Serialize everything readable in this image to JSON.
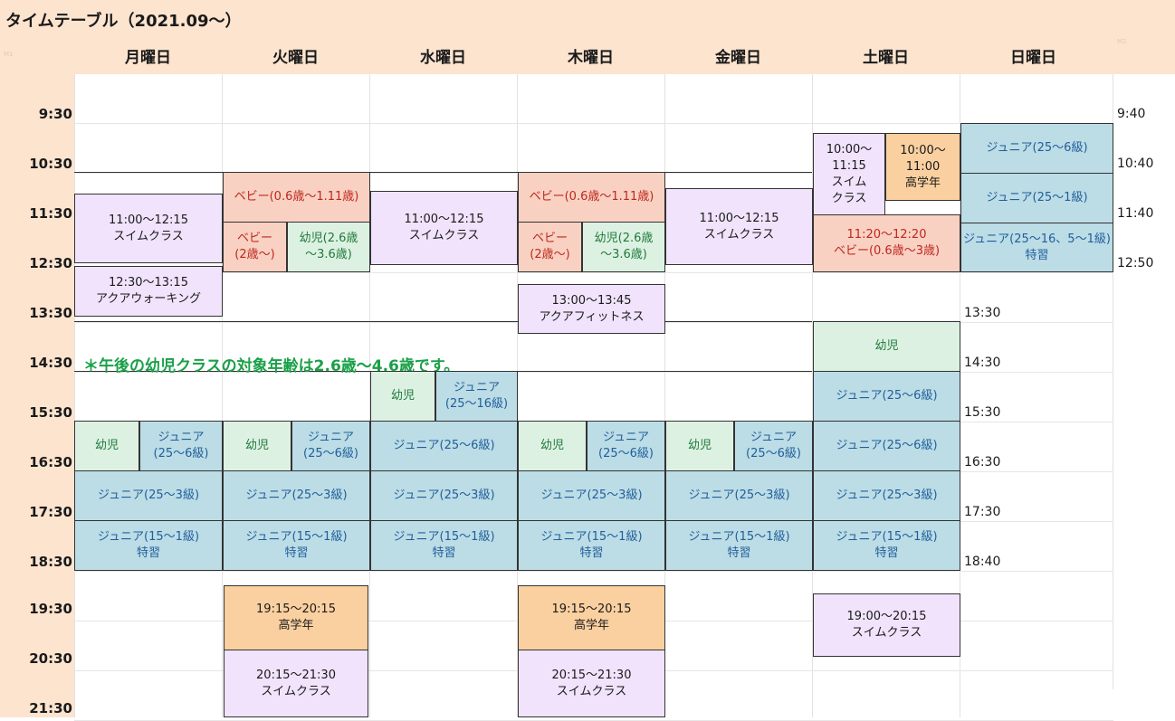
{
  "title": "タイムテーブル（2021.09～）",
  "days": [
    "月曜日",
    "火曜日",
    "水曜日",
    "木曜日",
    "金曜日",
    "土曜日",
    "日曜日"
  ],
  "left_times": [
    "9:30",
    "10:30",
    "11:30",
    "12:30",
    "13:30",
    "14:30",
    "15:30",
    "16:30",
    "17:30",
    "18:30",
    "19:30",
    "20:30",
    "21:30"
  ],
  "right_times": [
    "9:40",
    "10:40",
    "11:40",
    "12:50",
    "13:30",
    "14:30",
    "15:30",
    "16:30",
    "17:30",
    "18:40"
  ],
  "note": "＊午後の幼児クラスの対象年齢は2.6歳～4.6歳です。",
  "colors": {
    "header_bg": "#fce4cf",
    "swim": "#f0e3fb",
    "baby": "#f8d1c2",
    "kid": "#ddf1e3",
    "junior": "#bcdce6",
    "senior": "#fad0a0"
  },
  "blocks": {
    "mon_swim": [
      "11:00～12:15",
      "スイムクラス"
    ],
    "mon_aqua": [
      "12:30～13:15",
      "アクアウォーキング"
    ],
    "mon_kid": [
      "幼児"
    ],
    "mon_jr6": [
      "ジュニア",
      "(25～6級)"
    ],
    "mon_jr3": [
      "ジュニア(25～3級)"
    ],
    "mon_jr1": [
      "ジュニア(15～1級)",
      "特習"
    ],
    "tue_baby": [
      "ベビー(0.6歳～1.11歳)"
    ],
    "tue_baby2": [
      "ベビー",
      "(2歳～)"
    ],
    "tue_kid2": [
      "幼児(2.6歳",
      "～3.6歳)"
    ],
    "tue_kid": [
      "幼児"
    ],
    "tue_jr6": [
      "ジュニア",
      "(25～6級)"
    ],
    "tue_jr3": [
      "ジュニア(25～3級)"
    ],
    "tue_jr1": [
      "ジュニア(15～1級)",
      "特習"
    ],
    "tue_sr": [
      "19:15～20:15",
      "高学年"
    ],
    "tue_swim2": [
      "20:15～21:30",
      "スイムクラス"
    ],
    "wed_swim": [
      "11:00～12:15",
      "スイムクラス"
    ],
    "wed_kid": [
      "幼児"
    ],
    "wed_jr16": [
      "ジュニア",
      "(25～16級)"
    ],
    "wed_jr6": [
      "ジュニア(25～6級)"
    ],
    "wed_jr3": [
      "ジュニア(25～3級)"
    ],
    "wed_jr1": [
      "ジュニア(15～1級)",
      "特習"
    ],
    "thu_baby": [
      "ベビー(0.6歳～1.11歳)"
    ],
    "thu_baby2": [
      "ベビー",
      "(2歳～)"
    ],
    "thu_kid2": [
      "幼児(2.6歳",
      "～3.6歳)"
    ],
    "thu_aqua": [
      "13:00～13:45",
      "アクアフィットネス"
    ],
    "thu_kid": [
      "幼児"
    ],
    "thu_jr6": [
      "ジュニア",
      "(25～6級)"
    ],
    "thu_jr3": [
      "ジュニア(25～3級)"
    ],
    "thu_jr1": [
      "ジュニア(15～1級)",
      "特習"
    ],
    "thu_sr": [
      "19:15～20:15",
      "高学年"
    ],
    "thu_swim2": [
      "20:15～21:30",
      "スイムクラス"
    ],
    "fri_swim": [
      "11:00～12:15",
      "スイムクラス"
    ],
    "fri_kid": [
      "幼児"
    ],
    "fri_jr6": [
      "ジュニア",
      "(25～6級)"
    ],
    "fri_jr3": [
      "ジュニア(25～3級)"
    ],
    "fri_jr1": [
      "ジュニア(15～1級)",
      "特習"
    ],
    "sat_swim": [
      "10:00～",
      "11:15",
      "スイム",
      "クラス"
    ],
    "sat_sr": [
      "10:00～",
      "11:00",
      "高学年"
    ],
    "sat_baby": [
      "11:20～12:20",
      "ベビー(0.6歳～3歳)"
    ],
    "sat_kid": [
      "幼児"
    ],
    "sat_jr6a": [
      "ジュニア(25～6級)"
    ],
    "sat_jr6b": [
      "ジュニア(25～6級)"
    ],
    "sat_jr3": [
      "ジュニア(25～3級)"
    ],
    "sat_jr1": [
      "ジュニア(15～1級)",
      "特習"
    ],
    "sat_swim2": [
      "19:00～20:15",
      "スイムクラス"
    ],
    "sun_jr6": [
      "ジュニア(25～6級)"
    ],
    "sun_jr1": [
      "ジュニア(25～1級)"
    ],
    "sun_jr16": [
      "ジュニア(25～16、5～1級)",
      "特習"
    ]
  }
}
